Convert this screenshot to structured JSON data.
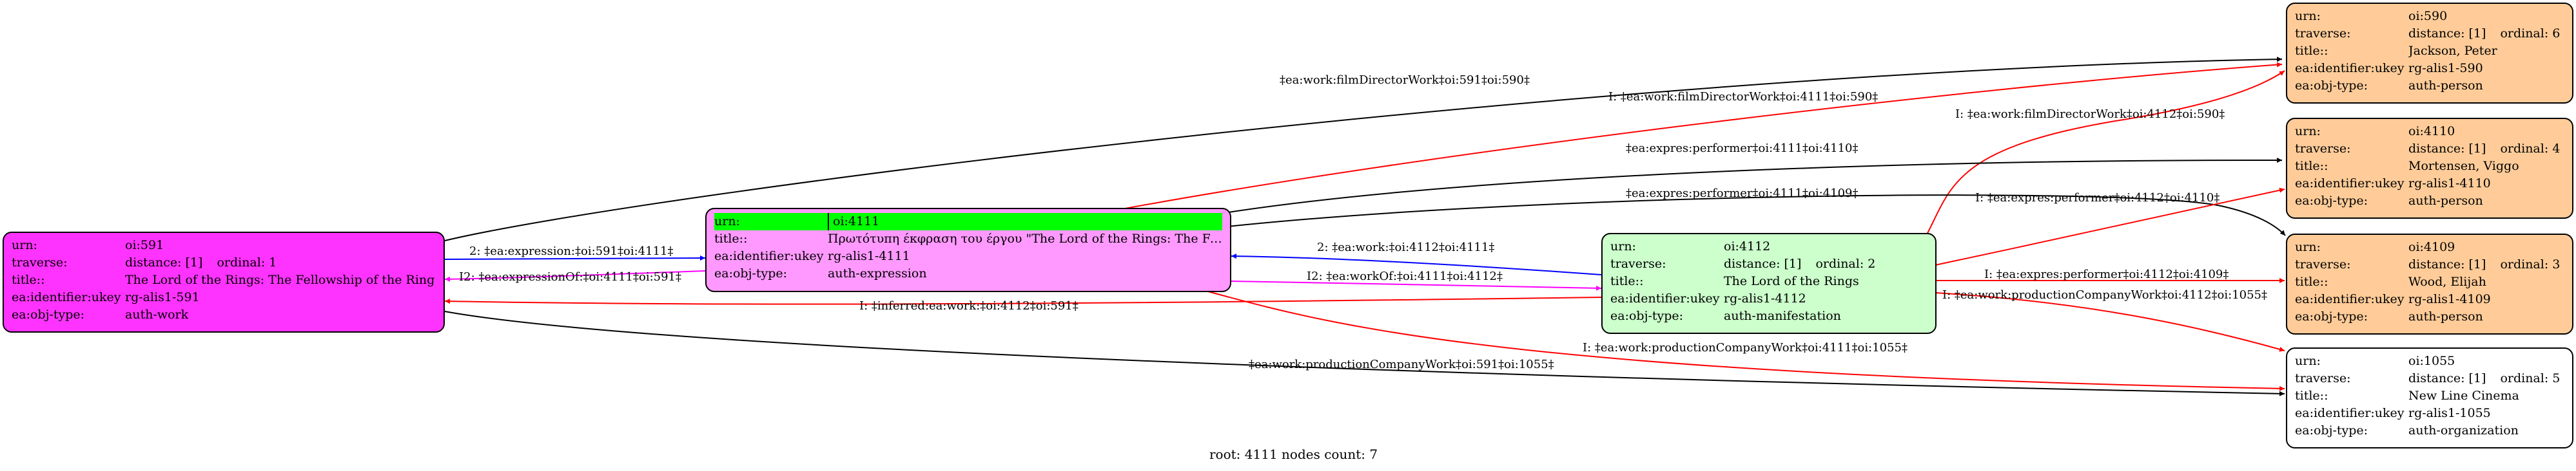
{
  "nodes": {
    "n591": {
      "urn": "oi:591",
      "distance": "distance: [1]",
      "ordinal": "ordinal: 1",
      "title": "The Lord of the Rings: The Fellowship of the Ring",
      "ukey": "rg-alis1-591",
      "objtype": "auth-work",
      "color": "#ff33ff"
    },
    "n4111": {
      "urn": "oi:4111",
      "title": "Πρωτότυπη έκφραση του έργου \"The Lord of the Rings: The Fe...",
      "ukey": "rg-alis1-4111",
      "objtype": "auth-expression",
      "color": "#ff99ff",
      "highlight": "#00ff00"
    },
    "n4112": {
      "urn": "oi:4112",
      "distance": "distance: [1]",
      "ordinal": "ordinal: 2",
      "title": "The Lord of the Rings",
      "ukey": "rg-alis1-4112",
      "objtype": "auth-manifestation",
      "color": "#ccffcc"
    },
    "n590": {
      "urn": "oi:590",
      "distance": "distance: [1]",
      "ordinal": "ordinal: 6",
      "title": "Jackson, Peter",
      "ukey": "rg-alis1-590",
      "objtype": "auth-person",
      "color": "#ffcc99"
    },
    "n4110": {
      "urn": "oi:4110",
      "distance": "distance: [1]",
      "ordinal": "ordinal: 4",
      "title": "Mortensen, Viggo",
      "ukey": "rg-alis1-4110",
      "objtype": "auth-person",
      "color": "#ffcc99"
    },
    "n4109": {
      "urn": "oi:4109",
      "distance": "distance: [1]",
      "ordinal": "ordinal: 3",
      "title": "Wood, Elijah",
      "ukey": "rg-alis1-4109",
      "objtype": "auth-person",
      "color": "#ffcc99"
    },
    "n1055": {
      "urn": "oi:1055",
      "distance": "distance: [1]",
      "ordinal": "ordinal: 5",
      "title": "New Line Cinema",
      "ukey": "rg-alis1-1055",
      "objtype": "auth-organization",
      "color": "#ffffff"
    }
  },
  "field_keys": {
    "urn": "urn:",
    "traverse": "traverse:",
    "title": "title::",
    "ukey": "ea:identifier:ukey",
    "objtype": "ea:obj-type:"
  },
  "edges": {
    "e591_590": "‡ea:work:filmDirectorWork‡oi:591‡oi:590‡",
    "e4111_590": "I: ‡ea:work:filmDirectorWork‡oi:4111‡oi:590‡",
    "e4112_590": "I: ‡ea:work:filmDirectorWork‡oi:4112‡oi:590‡",
    "e4111_4110": "‡ea:expres:performer‡oi:4111‡oi:4110‡",
    "e4111_4109": "‡ea:expres:performer‡oi:4111‡oi:4109‡",
    "e4112_4110": "I: ‡ea:expres:performer‡oi:4112‡oi:4110‡",
    "e4112_4109": "I: ‡ea:expres:performer‡oi:4112‡oi:4109‡",
    "e4112_1055": "I: ‡ea:work:productionCompanyWork‡oi:4112‡oi:1055‡",
    "e591_4111": "2: ‡ea:expression:‡oi:591‡oi:4111‡",
    "e4111_591": "I2: ‡ea:expressionOf:‡oi:4111‡oi:591‡",
    "e4112_4111": "2: ‡ea:work:‡oi:4112‡oi:4111‡",
    "e4111_4112": "I2: ‡ea:workOf:‡oi:4111‡oi:4112‡",
    "e4112_591": "I: ‡inferred:ea:work:‡oi:4112‡oi:591‡",
    "e4111_1055": "I: ‡ea:work:productionCompanyWork‡oi:4111‡oi:1055‡",
    "e591_1055": "‡ea:work:productionCompanyWork‡oi:591‡oi:1055‡"
  },
  "footer": "root: 4111 nodes count: 7"
}
